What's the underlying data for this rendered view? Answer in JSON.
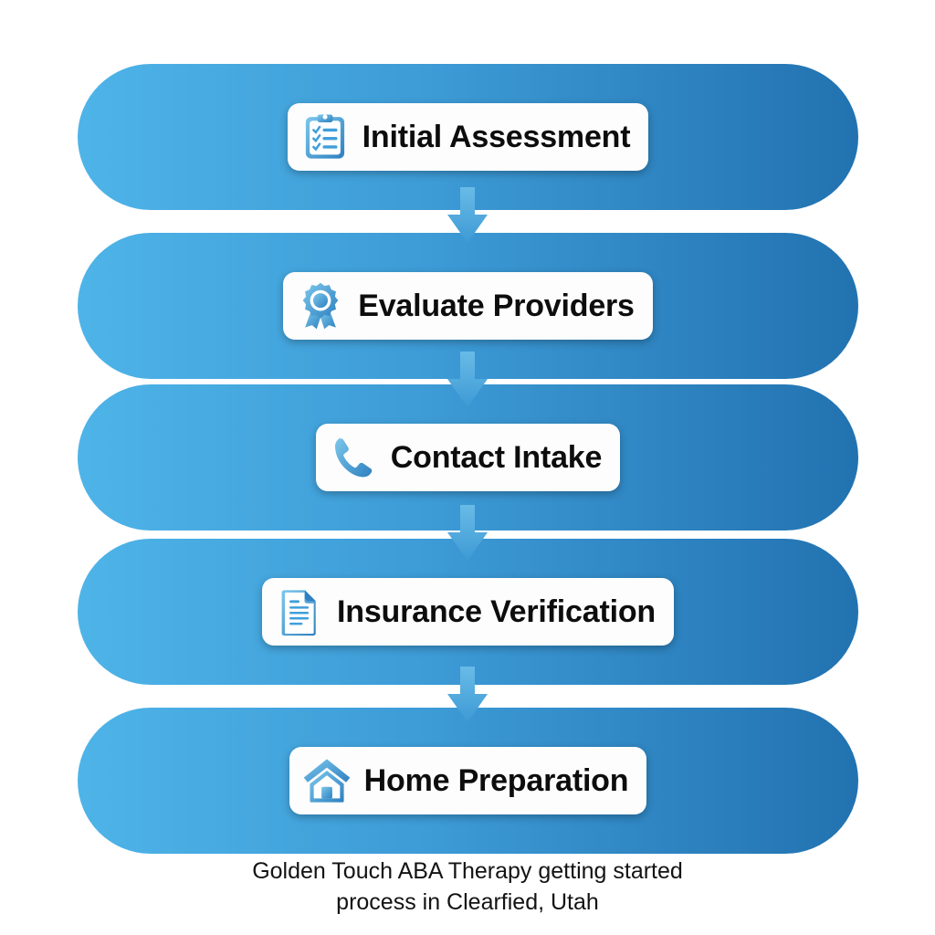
{
  "diagram": {
    "title": "Golden Touch ABA Therapy getting started process",
    "orientation": "vertical-top-to-bottom",
    "background_color": "#ffffff",
    "bar_gradient": {
      "from": "#4BB0E4",
      "to": "#2272B0"
    },
    "arrow_color": "#55AFE0",
    "chip_background": "#fdfdfd",
    "label_color": "#0d0d0d",
    "steps": [
      {
        "index": 1,
        "label": "Initial Assessment",
        "icon": "clipboard-checklist-icon"
      },
      {
        "index": 2,
        "label": "Evaluate Providers",
        "icon": "award-ribbon-icon"
      },
      {
        "index": 3,
        "label": "Contact Intake",
        "icon": "telephone-handset-icon"
      },
      {
        "index": 4,
        "label": "Insurance Verification",
        "icon": "document-page-icon"
      },
      {
        "index": 5,
        "label": "Home Preparation",
        "icon": "house-icon"
      }
    ],
    "connectors": [
      {
        "from": 1,
        "to": 2,
        "icon": "down-arrow-icon"
      },
      {
        "from": 2,
        "to": 3,
        "icon": "down-arrow-icon"
      },
      {
        "from": 3,
        "to": 4,
        "icon": "down-arrow-icon"
      },
      {
        "from": 4,
        "to": 5,
        "icon": "down-arrow-icon"
      }
    ]
  },
  "caption": {
    "line1": "Golden Touch ABA Therapy getting started",
    "line2": "process in Clearfied, Utah"
  }
}
